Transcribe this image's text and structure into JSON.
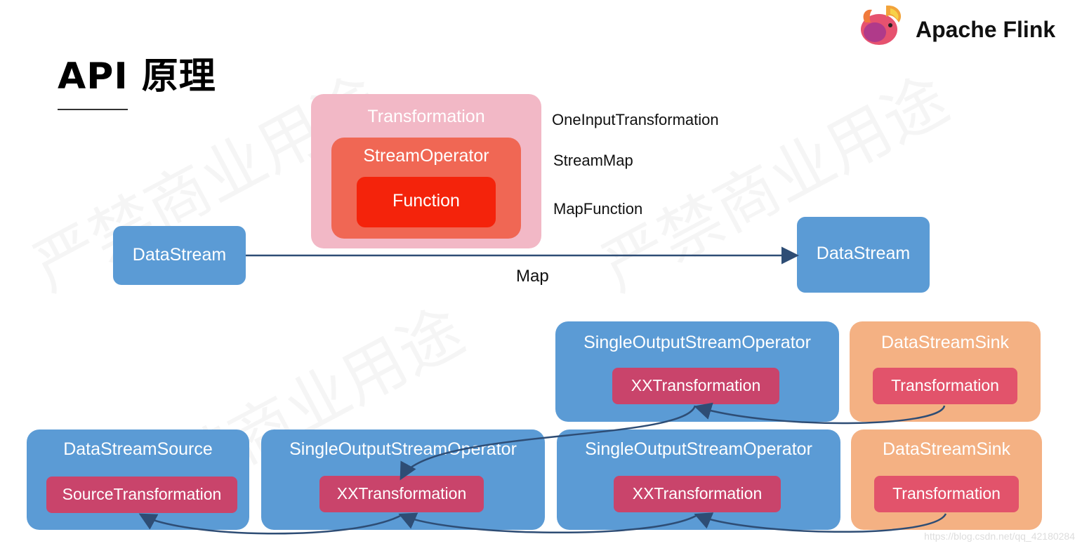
{
  "title": "API 原理",
  "logo": {
    "text": "Apache Flink",
    "icon": "squirrel-logo-icon"
  },
  "watermark": "严禁商业用途",
  "top": {
    "transformation": "Transformation",
    "stream_operator": "StreamOperator",
    "function": "Function",
    "side_labels": [
      "OneInputTransformation",
      "StreamMap",
      "MapFunction"
    ],
    "left_stream": "DataStream",
    "right_stream": "DataStream",
    "edge_label": "Map"
  },
  "bottom": {
    "row1": [
      {
        "title": "SingleOutputStreamOperator",
        "inner": "XXTransformation"
      },
      {
        "title": "DataStreamSink",
        "inner": "Transformation"
      }
    ],
    "row2": [
      {
        "title": "DataStreamSource",
        "inner": "SourceTransformation"
      },
      {
        "title": "SingleOutputStreamOperator",
        "inner": "XXTransformation"
      },
      {
        "title": "SingleOutputStreamOperator",
        "inner": "XXTransformation"
      },
      {
        "title": "DataStreamSink",
        "inner": "Transformation"
      }
    ]
  },
  "footer_url": "https://blog.csdn.net/qq_42180284",
  "colors": {
    "blue": "#5b9bd5",
    "orange": "#f4b183",
    "inner_pink": "#c9446b",
    "arrow": "#2e4d75"
  }
}
